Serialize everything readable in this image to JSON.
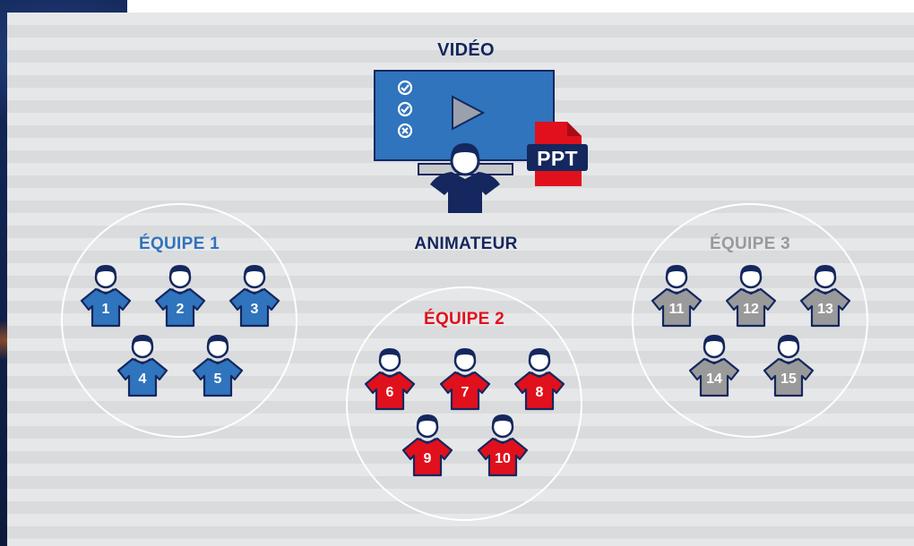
{
  "title": "VIDÉO",
  "presenter_label": "ANIMATEUR",
  "ppt_label": "PPT",
  "colors": {
    "team1": "#2f74bd",
    "team2": "#e1101d",
    "team3": "#9a9a9a",
    "navy": "#14275e",
    "screen": "#2f74bd"
  },
  "teams": [
    {
      "name": "ÉQUIPE 1",
      "players": [
        "1",
        "2",
        "3",
        "4",
        "5"
      ]
    },
    {
      "name": "ÉQUIPE 2",
      "players": [
        "6",
        "7",
        "8",
        "9",
        "10"
      ]
    },
    {
      "name": "ÉQUIPE 3",
      "players": [
        "11",
        "12",
        "13",
        "14",
        "15"
      ]
    }
  ]
}
